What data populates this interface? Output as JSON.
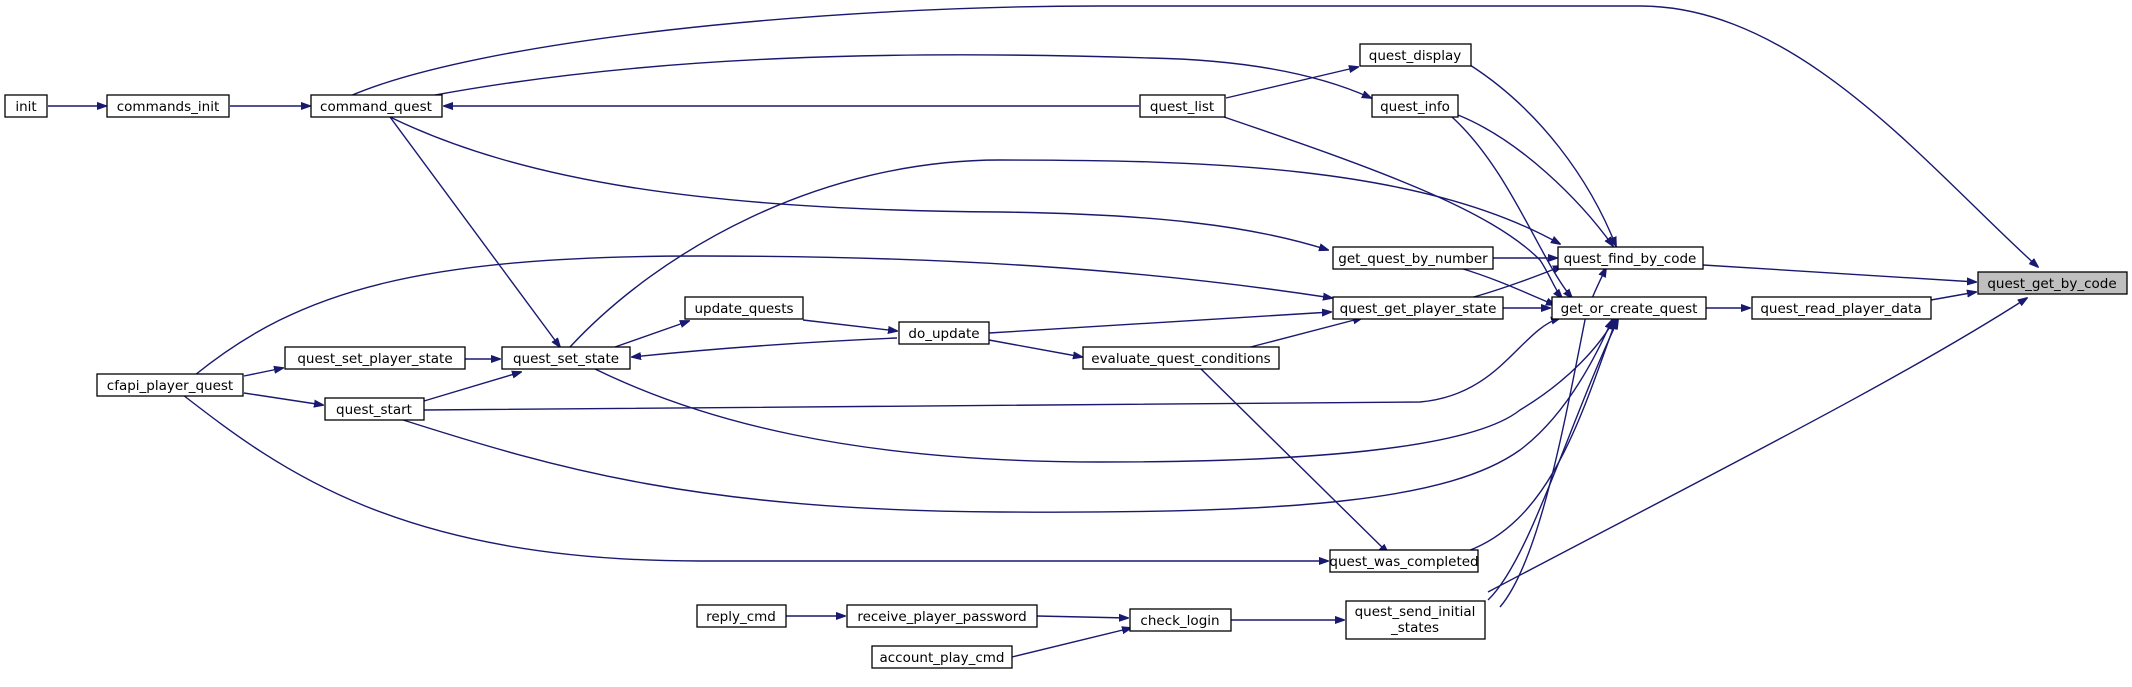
{
  "graph": {
    "edge_color": "#191970",
    "root_fill": "#bfbfbf",
    "nodes": {
      "init": "init",
      "commands_init": "commands_init",
      "command_quest": "command_quest",
      "quest_list": "quest_list",
      "quest_display": "quest_display",
      "quest_info": "quest_info",
      "get_quest_by_number": "get_quest_by_number",
      "quest_find_by_code": "quest_find_by_code",
      "quest_get_by_code": "quest_get_by_code",
      "quest_get_player_state": "quest_get_player_state",
      "get_or_create_quest": "get_or_create_quest",
      "quest_read_player_data": "quest_read_player_data",
      "update_quests": "update_quests",
      "do_update": "do_update",
      "evaluate_quest_conditions": "evaluate_quest_conditions",
      "cfapi_player_quest": "cfapi_player_quest",
      "quest_set_player_state": "quest_set_player_state",
      "quest_set_state": "quest_set_state",
      "quest_start": "quest_start",
      "quest_was_completed": "quest_was_completed",
      "reply_cmd": "reply_cmd",
      "receive_player_password": "receive_player_password",
      "check_login": "check_login",
      "account_play_cmd": "account_play_cmd",
      "quest_send_initial_states_line1": "quest_send_initial",
      "quest_send_initial_states_line2": "_states"
    }
  }
}
